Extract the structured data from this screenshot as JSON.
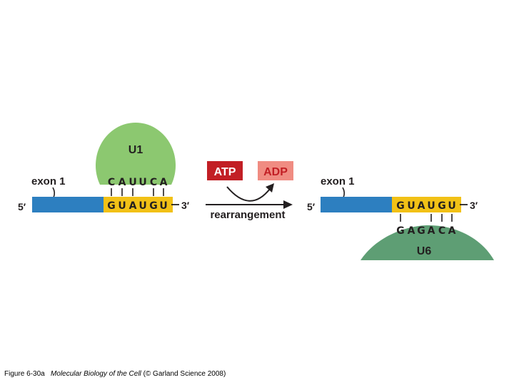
{
  "left_panel": {
    "snrna_label": "U1",
    "exon_label": "exon 1",
    "five_prime": "5′",
    "three_prime": "3′",
    "snrna_sequence": [
      "C",
      "A",
      "U",
      "U",
      "C",
      "A"
    ],
    "intron_sequence": [
      "G",
      "U",
      "A",
      "U",
      "G",
      "U"
    ]
  },
  "reaction": {
    "atp_label": "ATP",
    "adp_label": "ADP",
    "process_label": "rearrangement"
  },
  "right_panel": {
    "snrna_label": "U6",
    "exon_label": "exon 1",
    "five_prime": "5′",
    "three_prime": "3′",
    "intron_sequence": [
      "G",
      "U",
      "A",
      "U",
      "G",
      "U"
    ],
    "snrna_sequence": [
      "G",
      "A",
      "G",
      "A",
      "C",
      "A"
    ]
  },
  "colors": {
    "u1_green": "#8cc870",
    "u6_green": "#5e9e74",
    "exon_blue": "#2d7fc0",
    "intron_yellow": "#f2c116",
    "atp_red": "#c21f25",
    "adp_pink": "#f08c82"
  },
  "caption": {
    "figure": "Figure 6-30a",
    "book": "Molecular Biology of the Cell",
    "credit": "(© Garland Science 2008)"
  }
}
